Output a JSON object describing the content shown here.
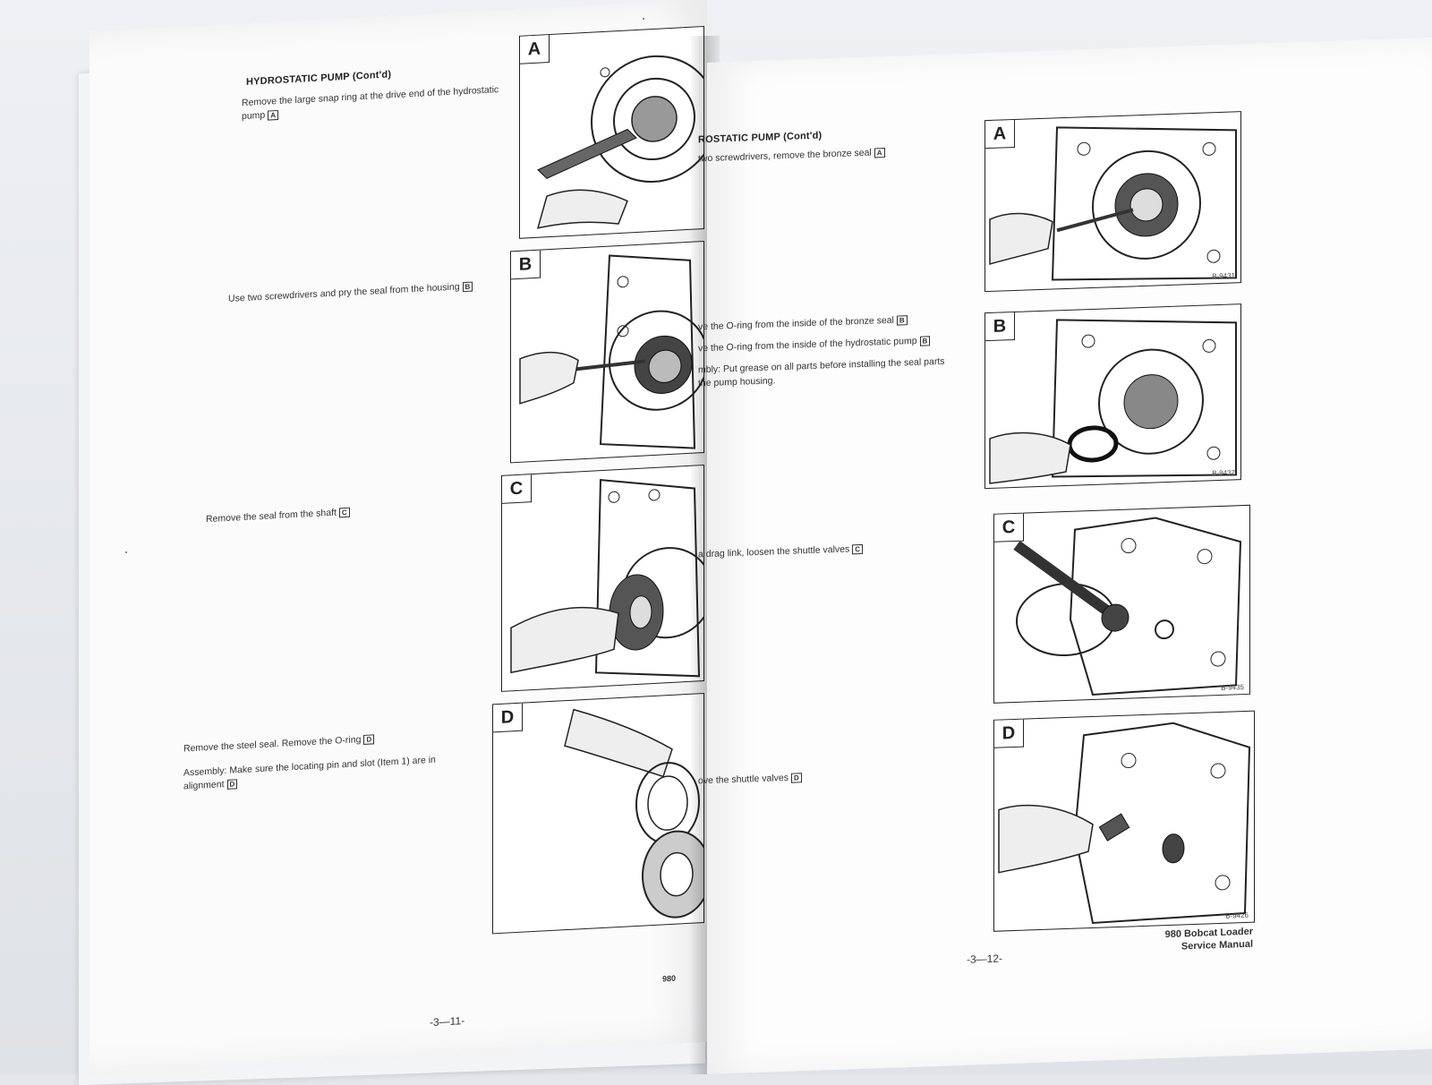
{
  "left_page": {
    "heading": "HYDROSTATIC PUMP (Cont'd)",
    "steps": [
      {
        "text": "Remove the large snap ring at the drive end of the hydrostatic pump",
        "ref": "A"
      },
      {
        "text": "Use two screwdrivers and pry the seal from the housing",
        "ref": "B"
      },
      {
        "text": "Remove the seal from the shaft",
        "ref": "C"
      },
      {
        "text": "Remove the steel seal. Remove the O-ring",
        "ref": "D"
      },
      {
        "text": "Assembly: Make sure the locating pin and slot (Item 1) are in alignment",
        "ref": "D"
      }
    ],
    "figures": [
      {
        "label": "A"
      },
      {
        "label": "B"
      },
      {
        "label": "C"
      },
      {
        "label": "D"
      }
    ],
    "page_number": "-3—11-",
    "spine_fragment": "980"
  },
  "right_page": {
    "heading": "ROSTATIC PUMP (Cont'd)",
    "steps": [
      {
        "text": "two screwdrivers, remove the bronze seal",
        "ref": "A"
      },
      {
        "text": "ve the O-ring from the inside of the bronze seal",
        "ref": "B"
      },
      {
        "text": "ve the O-ring from the inside of the hydrostatic pump",
        "ref": "B"
      },
      {
        "text": "mbly: Put grease on all parts before installing the seal parts the pump housing.",
        "ref": ""
      },
      {
        "text": "a drag link, loosen the shuttle valves",
        "ref": "C"
      },
      {
        "text": "ove the shuttle valves",
        "ref": "D"
      }
    ],
    "figures": [
      {
        "label": "A",
        "code": "B-9431"
      },
      {
        "label": "B",
        "code": "B-9432"
      },
      {
        "label": "C",
        "code": "B-9435"
      },
      {
        "label": "D",
        "code": "B-9426"
      }
    ],
    "page_number": "-3—12-",
    "footer_line1": "980 Bobcat Loader",
    "footer_line2": "Service Manual"
  }
}
